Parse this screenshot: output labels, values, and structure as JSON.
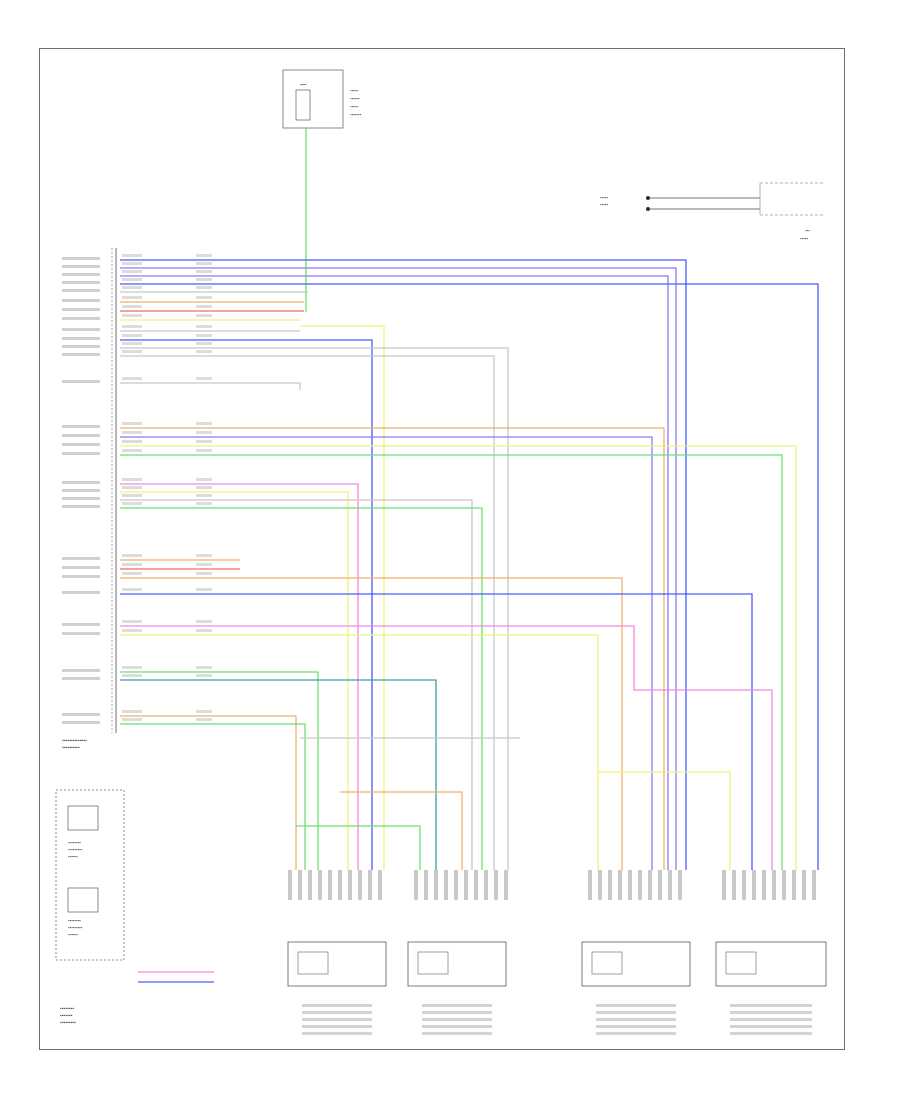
{
  "page": {
    "corner_label": ""
  },
  "colors": {
    "blue": "#4a5cff",
    "violet": "#8a7cf0",
    "green": "#6ee06e",
    "yellow": "#f2f27a",
    "orange": "#f0b070",
    "pink": "#f08ae0",
    "gray": "#c8c8c8",
    "teal": "#3aa0a0",
    "red": "#f06a6a"
  },
  "modules": [
    {
      "id": "driver-seat-module",
      "name": ""
    },
    {
      "id": "driver-seat-module-2",
      "name": ""
    },
    {
      "id": "passenger-seat-module",
      "name": ""
    },
    {
      "id": "passenger-seat-module-2",
      "name": ""
    }
  ]
}
